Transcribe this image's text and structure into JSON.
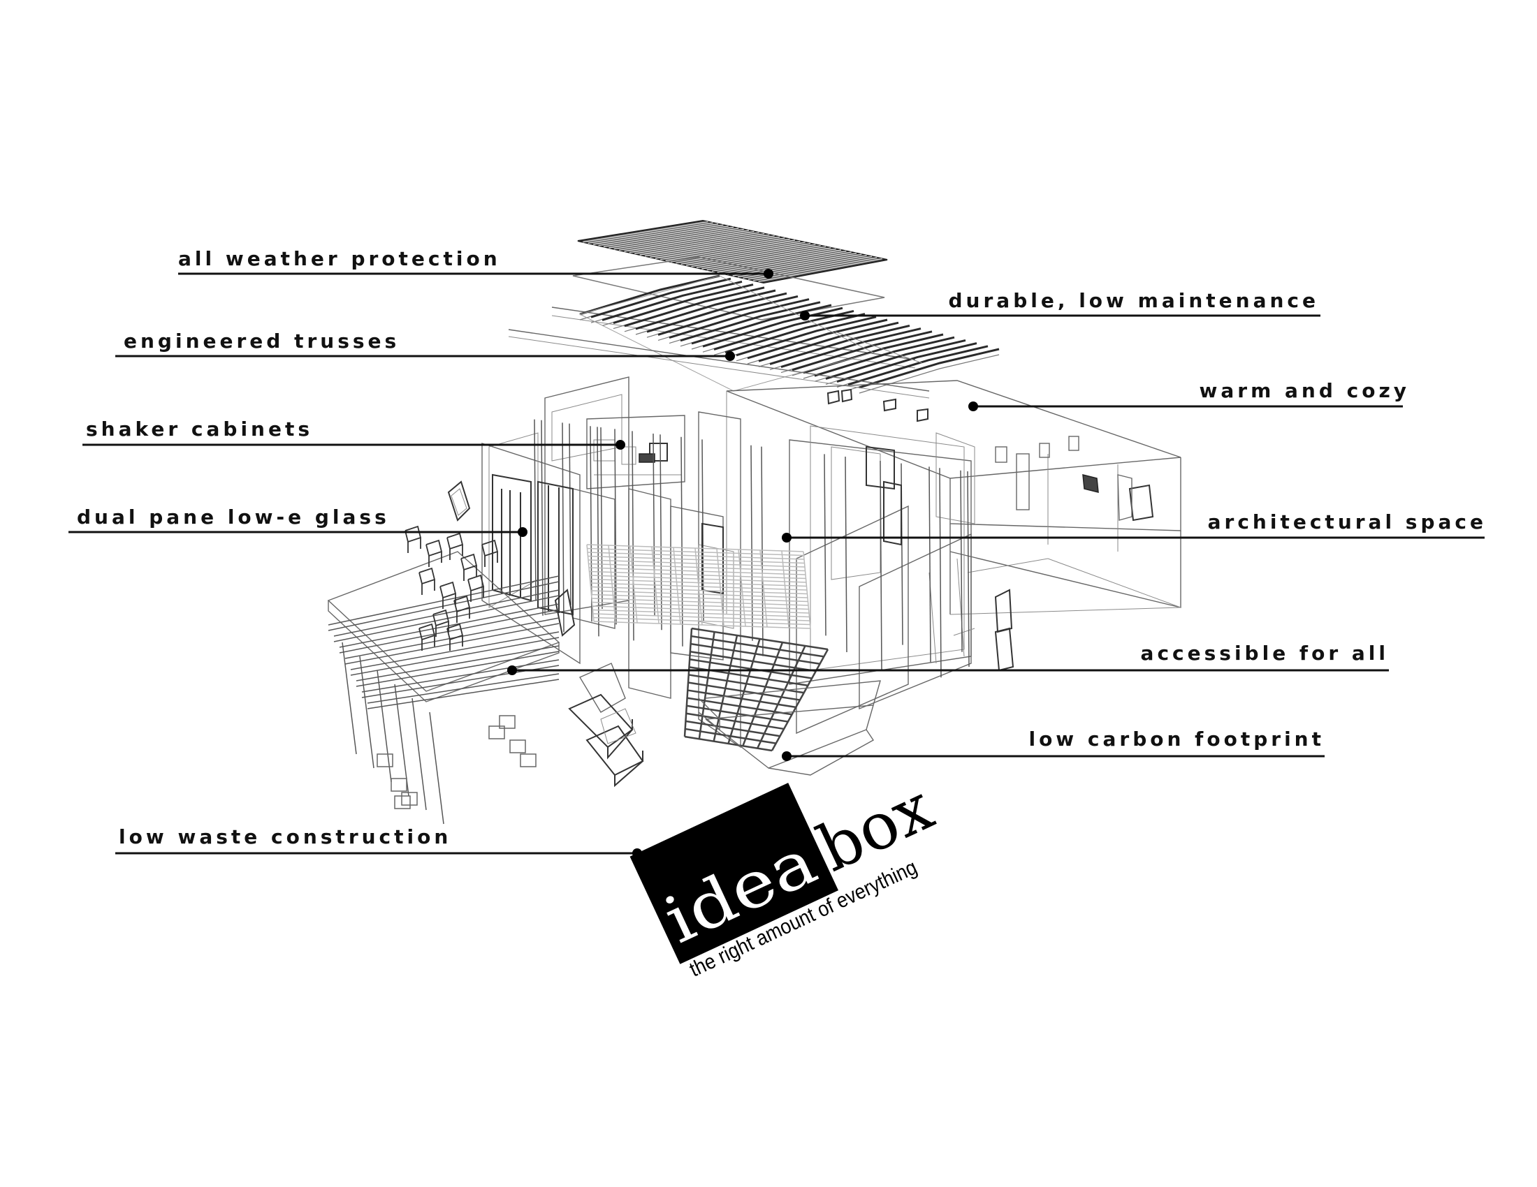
{
  "callouts": {
    "all_weather_protection": "all weather protection",
    "durable_low_maintenance": "durable, low maintenance",
    "engineered_trusses": "engineered trusses",
    "warm_and_cozy": "warm and cozy",
    "shaker_cabinets": "shaker cabinets",
    "dual_pane_low_e_glass": "dual pane low-e glass",
    "architectural_space": "architectural space",
    "accessible_for_all": "accessible for all",
    "low_carbon_footprint": "low carbon footprint",
    "low_waste_construction": "low waste construction"
  },
  "logo": {
    "word_part1": "idea",
    "word_part2": "box",
    "tagline": "the right amount of everything"
  },
  "colors": {
    "ink": "#111111",
    "background": "#ffffff",
    "logo_block": "#000000"
  }
}
